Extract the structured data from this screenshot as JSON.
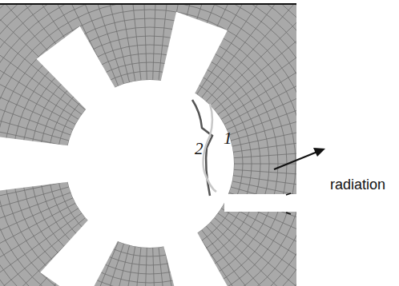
{
  "diagram": {
    "labels": [
      "1",
      "2",
      "radiation"
    ]
  }
}
